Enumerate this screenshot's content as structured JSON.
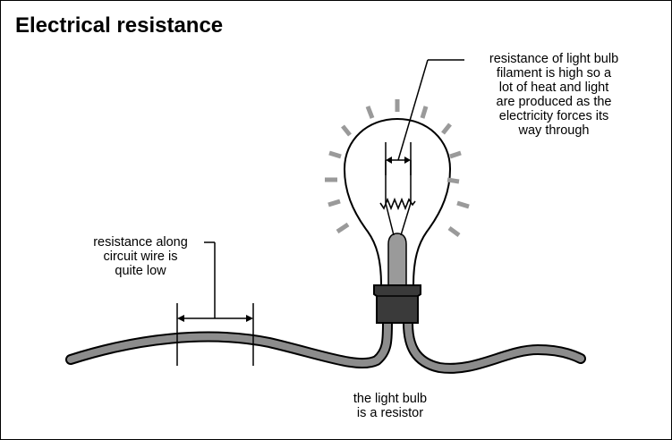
{
  "title": "Electrical resistance",
  "annotations": {
    "filament": [
      "resistance of light bulb",
      "filament is high so a",
      "lot of heat and light",
      "are produced as the",
      "electricity forces its",
      "way through"
    ],
    "wire": [
      "resistance along",
      "circuit wire is",
      "quite low"
    ],
    "bulb": [
      "the light bulb",
      "is a resistor"
    ]
  }
}
